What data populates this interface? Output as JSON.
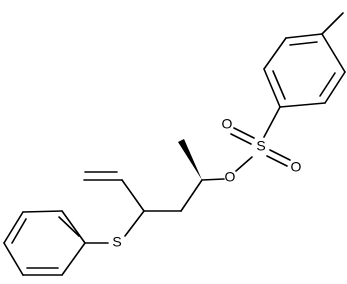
{
  "molecule": {
    "atoms": {
      "sulfonyl_sulfur": "S",
      "sulfonyl_oxygen_top": "O",
      "sulfonyl_oxygen_bottom": "O",
      "ester_oxygen": "O",
      "thioether_sulfur": "S"
    },
    "colors": {
      "bond": "#000000",
      "background": "#ffffff"
    }
  }
}
